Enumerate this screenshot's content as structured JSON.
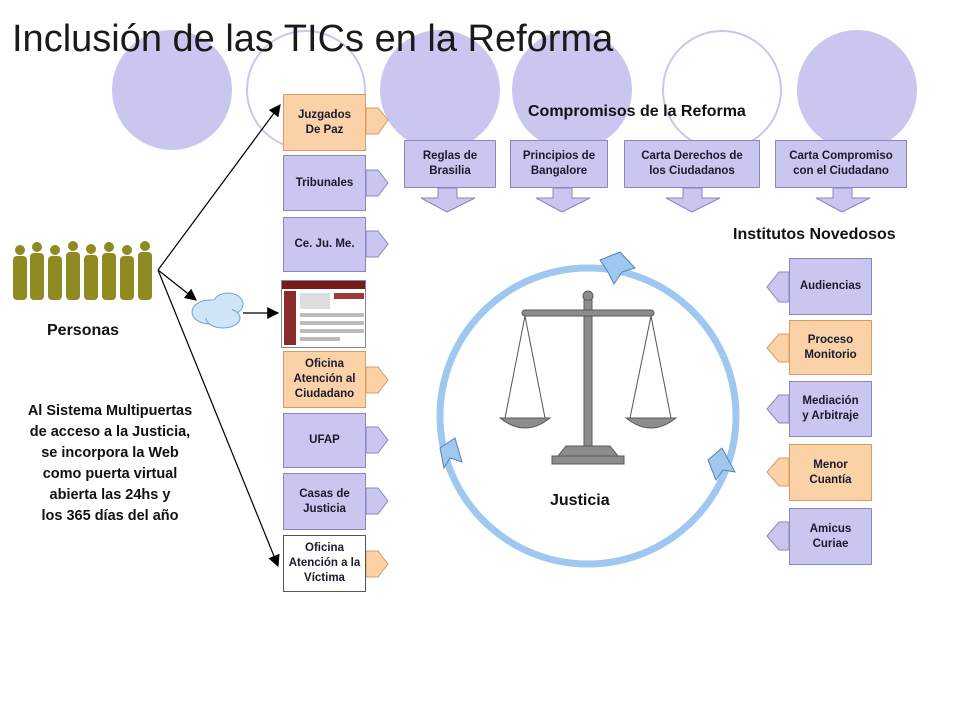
{
  "title": "Inclusión de las TICs en la Reforma",
  "personas_label": "Personas",
  "web_note": [
    "Al Sistema Multipuertas",
    "de acceso a la Justicia,",
    "se incorpora la Web",
    "como puerta virtual",
    "abierta las 24hs y",
    "los 365 días del año"
  ],
  "left_boxes": [
    {
      "label": "Juzgados De Paz",
      "color": "orange"
    },
    {
      "label": "Tribunales",
      "color": "lavender"
    },
    {
      "label": "Ce. Ju. Me.",
      "color": "lavender"
    },
    {
      "label": "Oficina Atención al Ciudadano",
      "color": "orange"
    },
    {
      "label": "UFAP",
      "color": "lavender"
    },
    {
      "label": "Casas de Justicia",
      "color": "lavender"
    },
    {
      "label": "Oficina Atención a la Víctima",
      "color": "orange"
    }
  ],
  "compromisos": {
    "heading": "Compromisos de la Reforma",
    "items": [
      "Reglas de Brasilia",
      "Principios de Bangalore",
      "Carta Derechos de los Ciudadanos",
      "Carta Compromiso con el Ciudadano"
    ]
  },
  "institutos": {
    "heading": "Institutos Novedosos",
    "items": [
      {
        "label": "Audiencias",
        "color": "lavender"
      },
      {
        "label": "Proceso Monitorio",
        "color": "orange"
      },
      {
        "label": "Mediación y Arbitraje",
        "color": "lavender"
      },
      {
        "label": "Menor Cuantía",
        "color": "orange"
      },
      {
        "label": "Amicus Curiae",
        "color": "lavender"
      }
    ]
  },
  "justicia_label": "Justicia",
  "colors": {
    "lavender": "#c9c6ef",
    "orange": "#fbd1a8",
    "ring": "#9ec8f0",
    "figure": "#8f8a22"
  }
}
